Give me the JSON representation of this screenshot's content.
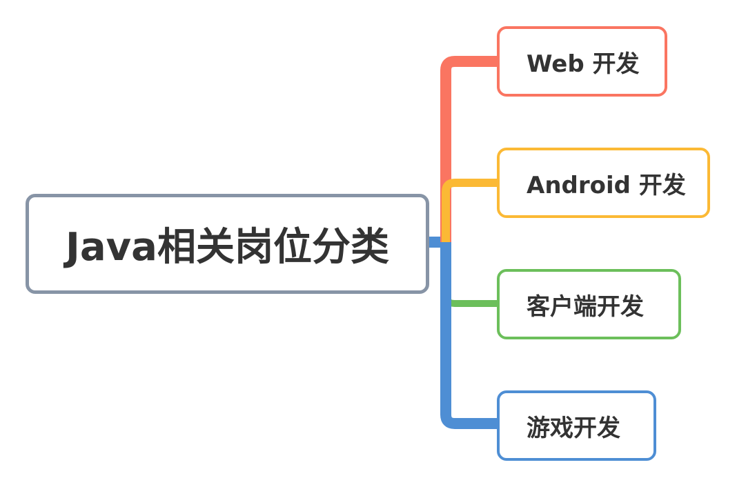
{
  "root": {
    "label": "Java相关岗位分类",
    "border_color": "#8794a6"
  },
  "children": [
    {
      "label": "Web 开发",
      "color": "#fa7561"
    },
    {
      "label": "Android 开发",
      "color": "#fbb935"
    },
    {
      "label": "客户端开发",
      "color": "#6cbf5b"
    },
    {
      "label": "游戏开发",
      "color": "#4e8ed4"
    }
  ],
  "text_color": "#333333"
}
